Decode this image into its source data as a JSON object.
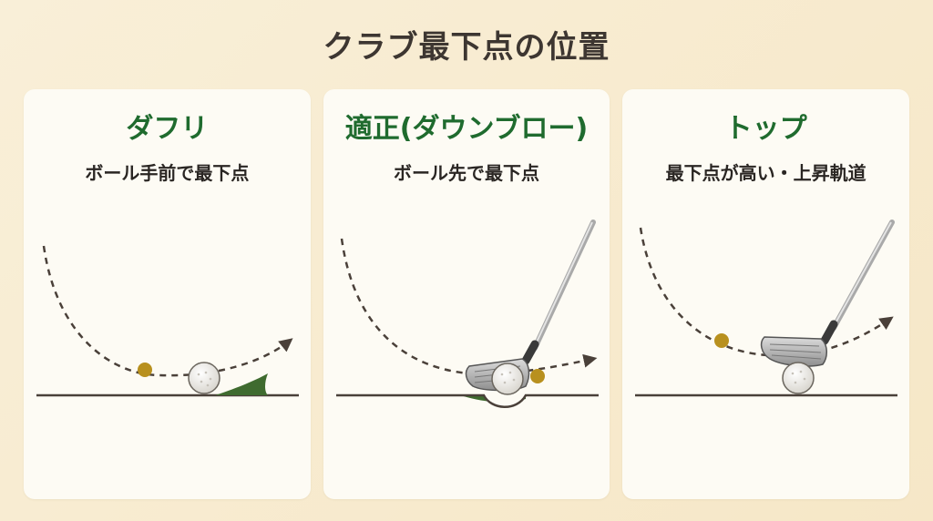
{
  "title": "クラブ最下点の位置",
  "panels": [
    {
      "heading": "ダフリ",
      "description": "ボール手前で最下点"
    },
    {
      "heading": "適正(ダウンブロー)",
      "description": "ボール先で最下点"
    },
    {
      "heading": "トップ",
      "description": "最下点が高い・上昇軌道"
    }
  ],
  "colors": {
    "heading_green": "#1f6b2e",
    "low_point_marker": "#b8901e",
    "turf_divot": "#3f6b2f",
    "swing_path": "#4a4039"
  }
}
